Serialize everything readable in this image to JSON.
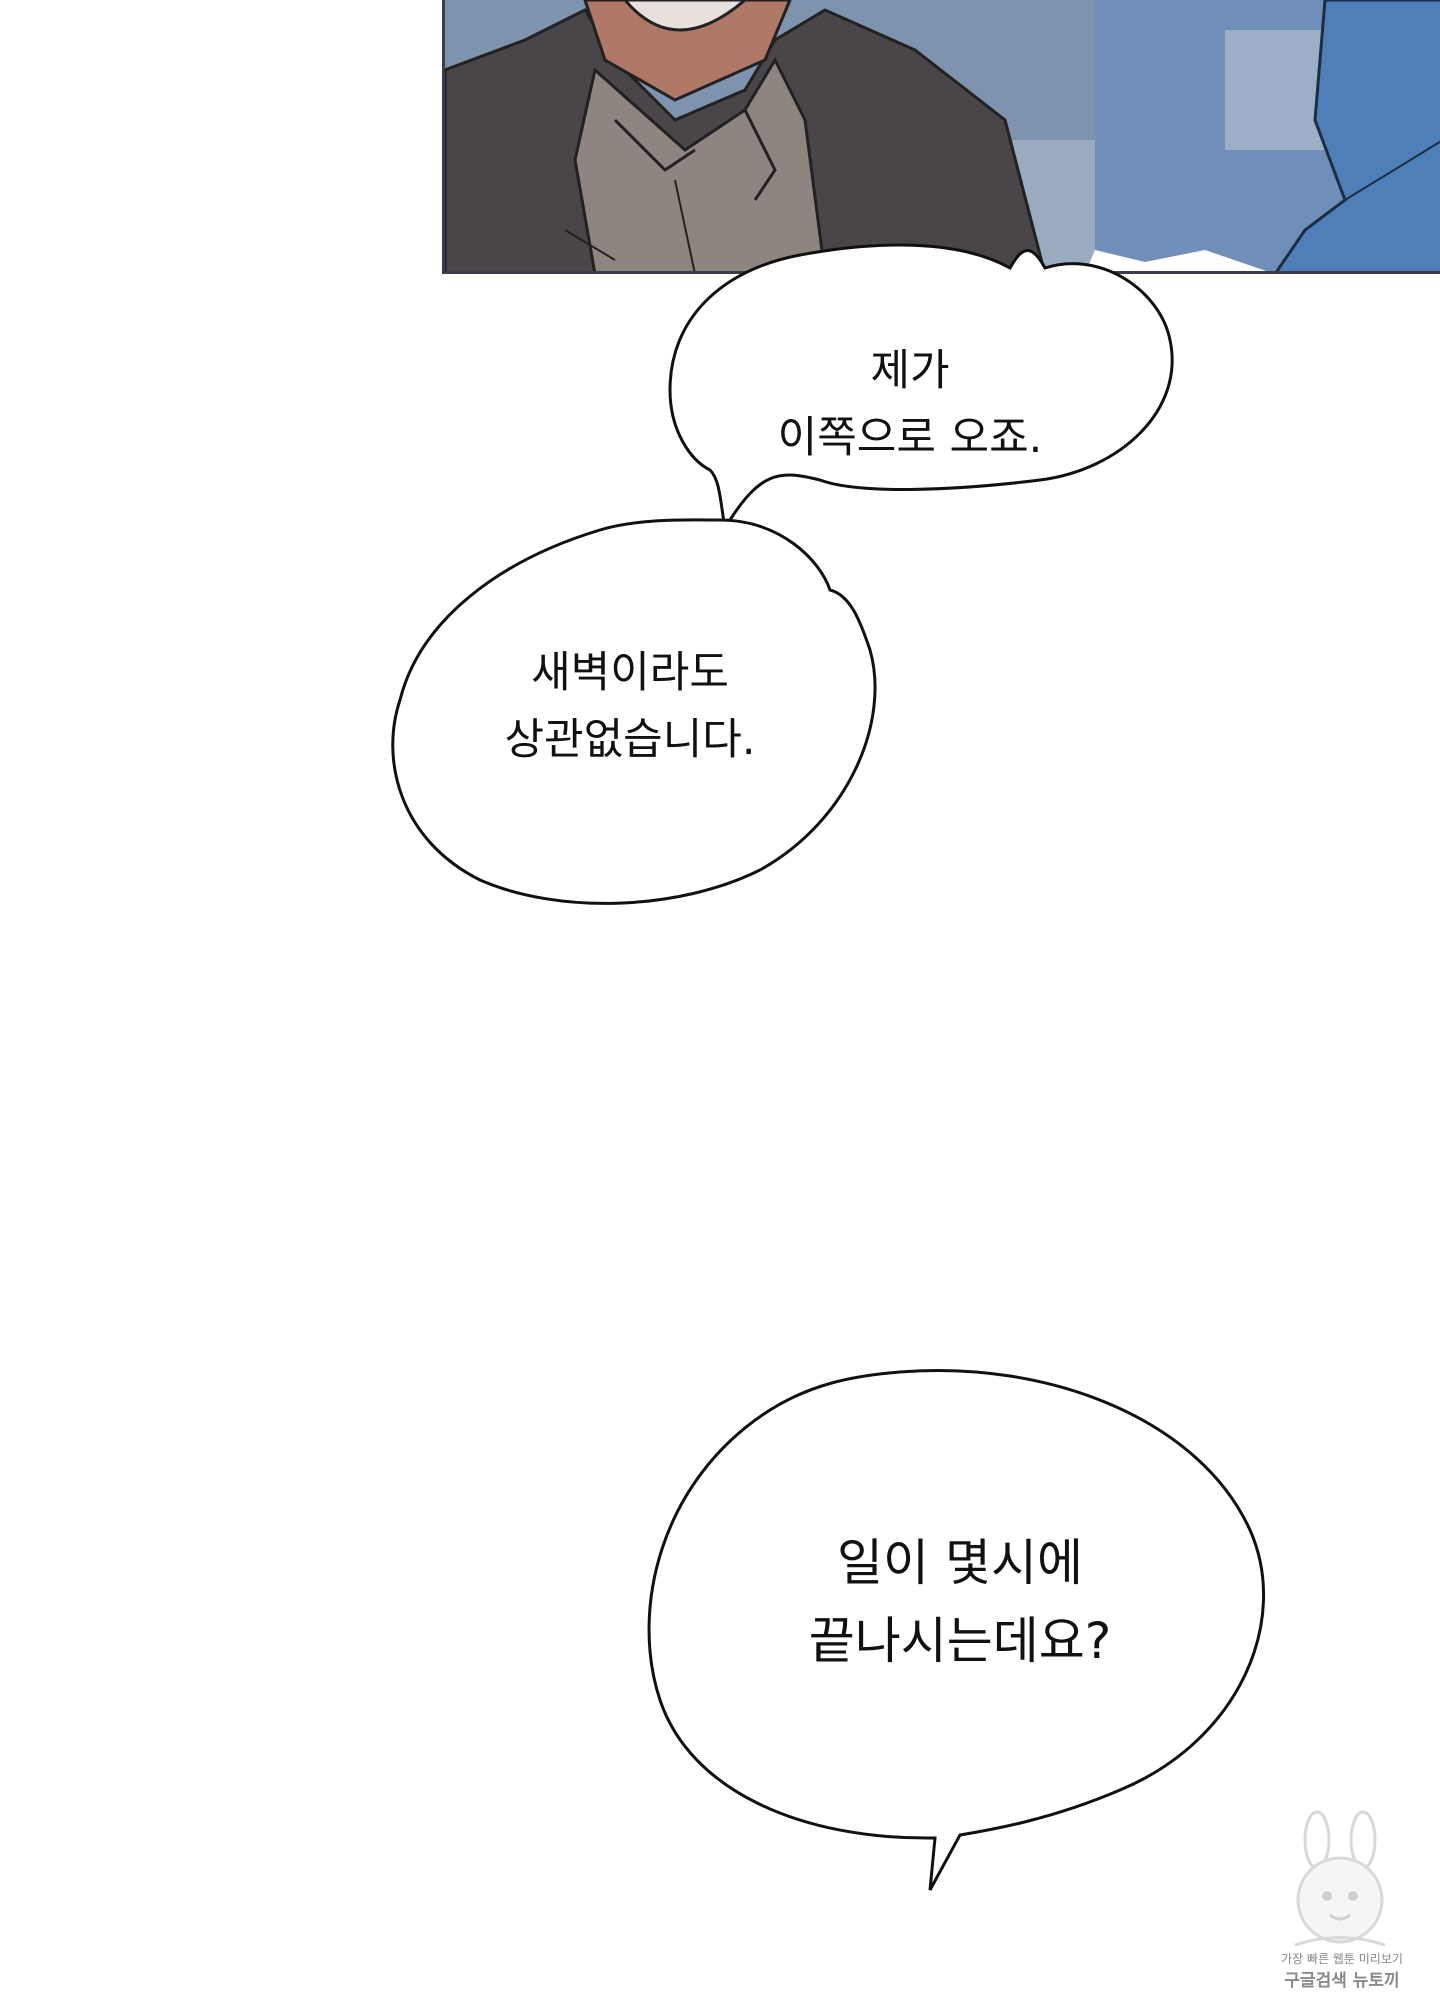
{
  "bubbles": [
    {
      "lines": [
        "제가",
        "이쪽으로 오죠."
      ]
    },
    {
      "lines": [
        "새벽이라도",
        "상관없습니다."
      ]
    },
    {
      "lines": [
        "일이 몇시에",
        "끝나시는데요?"
      ]
    }
  ],
  "watermark": {
    "line1": "가장 빠른 웹툰 미리보기",
    "line2": "구글검색 뉴토끼"
  },
  "colors": {
    "panel_border": "#3a3d4a",
    "jacket": "#4a4548",
    "shirt": "#8f8580",
    "background_blue": "#5d7fa8",
    "sleeve_blue": "#4f7fb8",
    "text": "#111111"
  }
}
